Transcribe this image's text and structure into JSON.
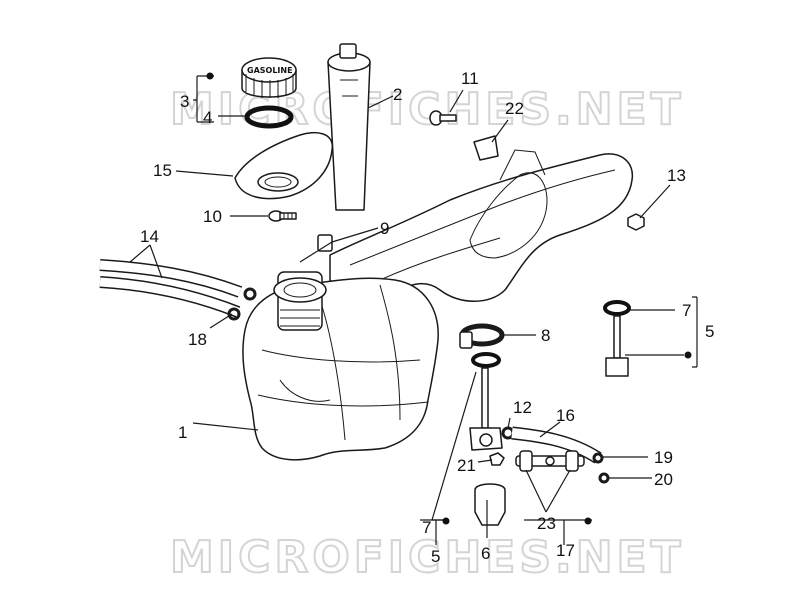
{
  "watermarks": [
    "MICROFICHES.NET",
    "MICROFICHES.NET"
  ],
  "cap_label": "GASOLINE",
  "callouts": {
    "c1": "1",
    "c2": "2",
    "c3": "3",
    "c4": "4",
    "c5a": "5",
    "c5b": "5",
    "c6": "6",
    "c7a": "7",
    "c7b": "7",
    "c8": "8",
    "c9": "9",
    "c10": "10",
    "c11": "11",
    "c12": "12",
    "c13": "13",
    "c14": "14",
    "c15": "15",
    "c16": "16",
    "c17": "17",
    "c18": "18",
    "c19": "19",
    "c20": "20",
    "c21": "21",
    "c22": "22",
    "c23": "23"
  }
}
